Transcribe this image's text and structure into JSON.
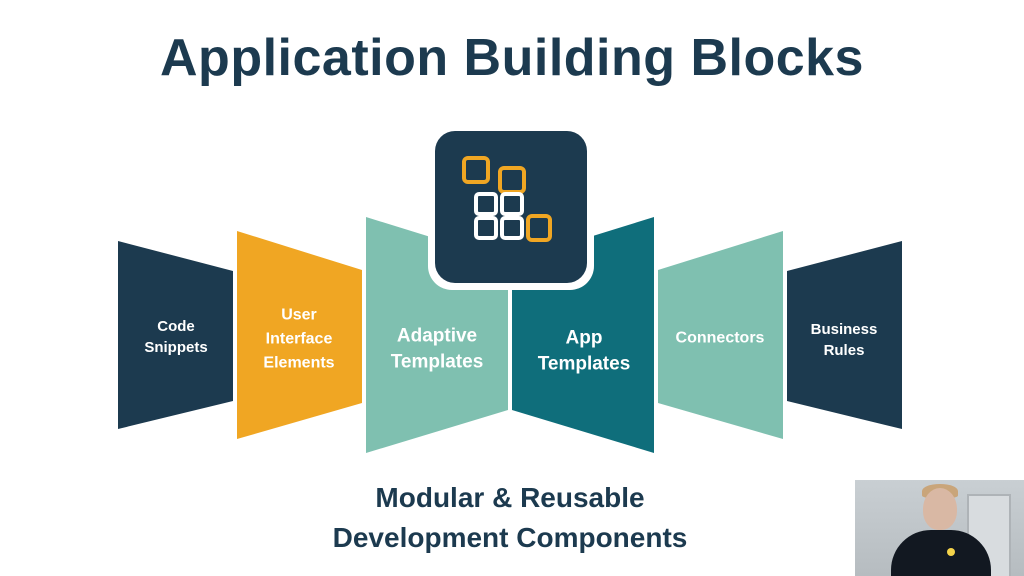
{
  "title": "Application Building Blocks",
  "panels": [
    {
      "id": "code-snippets",
      "lines": [
        "Code",
        "Snippets"
      ],
      "color": "#1c3a4f"
    },
    {
      "id": "user-interface-elements",
      "lines": [
        "User",
        "Interface",
        "Elements"
      ],
      "color": "#f0a623"
    },
    {
      "id": "adaptive-templates",
      "lines": [
        "Adaptive",
        "Templates"
      ],
      "color": "#7fc0b0"
    },
    {
      "id": "app-templates",
      "lines": [
        "App",
        "Templates"
      ],
      "color": "#0f6e7b"
    },
    {
      "id": "connectors",
      "lines": [
        "Connectors"
      ],
      "color": "#7fc0b0"
    },
    {
      "id": "business-rules",
      "lines": [
        "Business",
        "Rules"
      ],
      "color": "#1c3a4f"
    }
  ],
  "caption": {
    "line1": "Modular & Reusable",
    "line2": "Development Components"
  },
  "colors": {
    "navy": "#1c3a4f",
    "orange": "#f0a623",
    "teal": "#0f6e7b",
    "mint": "#7fc0b0"
  },
  "icons": {
    "center": "building-blocks-icon",
    "webcam": "presenter-webcam"
  }
}
